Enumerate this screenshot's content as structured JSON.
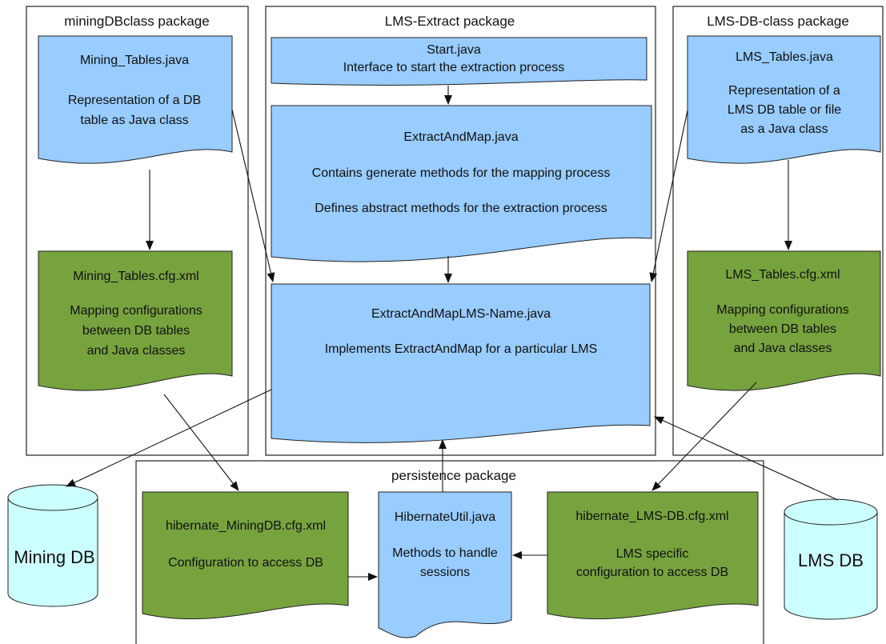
{
  "packages": {
    "mining_db_class": "miningDBclass package",
    "lms_extract": "LMS-Extract package",
    "lms_db_class": "LMS-DB-class package",
    "persistence": "persistence package"
  },
  "documents": {
    "mining_tables_java": {
      "title": "Mining_Tables.java",
      "lines": [
        "Representation of a DB",
        "table as Java class"
      ]
    },
    "mining_tables_cfg": {
      "title": "Mining_Tables.cfg.xml",
      "lines": [
        "Mapping configurations",
        "between DB tables",
        "and  Java classes"
      ]
    },
    "start_java": {
      "title": "Start.java",
      "lines": [
        "Interface to start the extraction process"
      ]
    },
    "extract_and_map": {
      "title": "ExtractAndMap.java",
      "lines": [
        "Contains generate methods for the mapping process",
        "Defines abstract methods for the extraction process"
      ]
    },
    "extract_and_map_lms": {
      "title": "ExtractAndMapLMS-Name.java",
      "lines": [
        "Implements ExtractAndMap for a particular LMS"
      ]
    },
    "lms_tables_java": {
      "title": "LMS_Tables.java",
      "lines": [
        "Representation of a",
        "LMS DB table or file",
        "as a Java class"
      ]
    },
    "lms_tables_cfg": {
      "title": "LMS_Tables.cfg.xml",
      "lines": [
        "Mapping configurations",
        "between DB tables",
        "and Java classes"
      ]
    },
    "hibernate_mining": {
      "title": "hibernate_MiningDB.cfg.xml",
      "lines": [
        "Configuration to access DB"
      ]
    },
    "hibernate_util": {
      "title": "HibernateUtil.java",
      "lines": [
        "Methods to handle",
        "sessions"
      ]
    },
    "hibernate_lms": {
      "title": "hibernate_LMS-DB.cfg.xml",
      "lines": [
        "LMS specific",
        "configuration to access DB"
      ]
    }
  },
  "databases": {
    "mining_db": "Mining DB",
    "lms_db": "LMS DB"
  },
  "colors": {
    "java_fill": "#99ccff",
    "config_fill": "#77a33f",
    "db_fill": "#ccffff",
    "stroke": "#222222"
  }
}
